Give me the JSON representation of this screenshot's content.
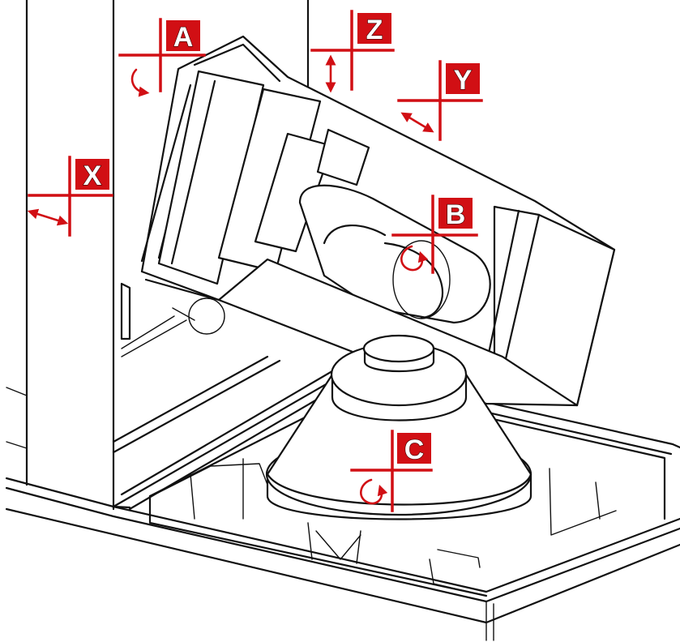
{
  "colors": {
    "axis_red": "#d10f14",
    "line_ink": "#111111",
    "background": "#ffffff"
  },
  "axes": [
    {
      "id": "A",
      "label": "A",
      "motion": "rotary"
    },
    {
      "id": "Z",
      "label": "Z",
      "motion": "linear"
    },
    {
      "id": "Y",
      "label": "Y",
      "motion": "linear"
    },
    {
      "id": "X",
      "label": "X",
      "motion": "linear"
    },
    {
      "id": "B",
      "label": "B",
      "motion": "rotary"
    },
    {
      "id": "C",
      "label": "C",
      "motion": "rotary"
    }
  ]
}
